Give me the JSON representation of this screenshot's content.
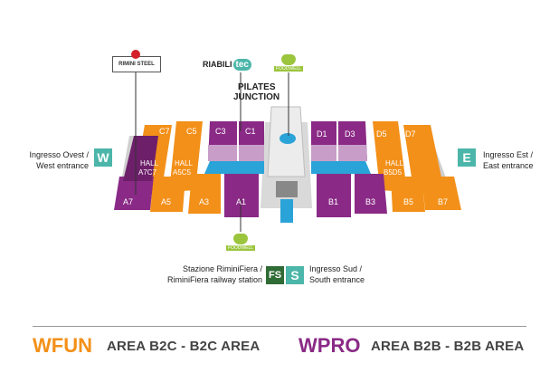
{
  "logos": {
    "rimini_steel": "RIMINI STEEL",
    "riabilitec_left": "RIABILI",
    "riabilitec_right": "tec",
    "foodwell_top": "FOODWELL",
    "foodwell_bottom": "FOODWELL"
  },
  "labels": {
    "pilates_junction_line1": "PILATES",
    "pilates_junction_line2": "JUNCTION",
    "west_entrance_line1": "Ingresso Ovest /",
    "west_entrance_line2": "West entrance",
    "west_badge": "W",
    "east_entrance_line1": "Ingresso Est /",
    "east_entrance_line2": "East entrance",
    "east_badge": "E",
    "station_line1": "Stazione RiminiFiera /",
    "station_line2": "RiminiFiera railway station",
    "fs_badge": "FS",
    "south_badge": "S",
    "south_entrance_line1": "Ingresso Sud /",
    "south_entrance_line2": "South entrance"
  },
  "halls": {
    "c7": "C7",
    "c5": "C5",
    "c3": "C3",
    "c1": "C1",
    "d1": "D1",
    "d3": "D3",
    "d5": "D5",
    "d7": "D7",
    "a7": "A7",
    "a5": "A5",
    "a3": "A3",
    "a1": "A1",
    "b1": "B1",
    "b3": "B3",
    "b5": "B5",
    "b7": "B7",
    "hall_a7c7_line1": "HALL",
    "hall_a7c7_line2": "A7C7",
    "hall_a5c5_line1": "HALL",
    "hall_a5c5_line2": "A5C5",
    "hall_b5d5_line1": "HALL",
    "hall_b5d5_line2": "B5D5"
  },
  "legend": {
    "wfun_title": "WFUN",
    "wfun_text": "AREA B2C - B2C AREA",
    "wpro_title": "WPRO",
    "wpro_text": "AREA B2B - B2B AREA"
  },
  "colors": {
    "orange": "#f39019",
    "orange_dark": "#d97a0b",
    "purple": "#8a2a86",
    "purple_dark": "#6d1f6a",
    "purple_light": "#c89ec9",
    "teal": "#4bb6a9",
    "green": "#9bc53d",
    "grey": "#c7c7c7",
    "blue": "#2aa3d8"
  }
}
